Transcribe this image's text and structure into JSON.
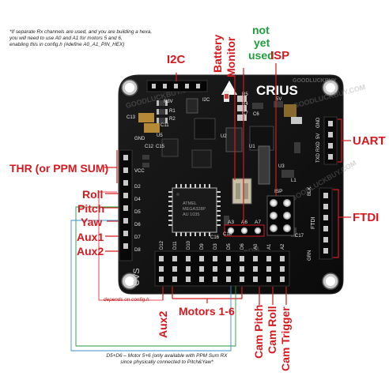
{
  "notes": {
    "top_note": [
      "*If separate Rx channels are used, and you are building a hexa,",
      "you will need to use A0 and A1 for motors 5 and 6,",
      "enabling this in config.h (#define A0_A1_PIN_HEX)"
    ],
    "depends_note": "depends on config.h",
    "bottom_note": [
      "D5+D6 – Motor 5+6 (only available with PPM Sum RX",
      "since physically connected to Pitch&Yaw*"
    ]
  },
  "labels": {
    "i2c": "I2C",
    "battery": "Battery",
    "monitor": "Monitor",
    "not": "not",
    "yet": "yet",
    "used": "used",
    "isp": "ISP",
    "uart": "UART",
    "thr": "THR (or PPM SUM)",
    "roll": "Roll",
    "pitch": "Pitch",
    "yaw": "Yaw",
    "aux1": "Aux1",
    "aux2": "Aux2",
    "ftdi": "FTDI",
    "aux2_bottom": "Aux2",
    "motors": "Motors 1-6",
    "cam_pitch": "Cam Pitch",
    "cam_roll": "Cam Roll",
    "cam_trigger": "Cam Trigger"
  },
  "board": {
    "brand": "CRIUS",
    "chip": [
      "ATMEL",
      "MEGA328P",
      "AU 1035"
    ],
    "watermark": "GOODLUCKBUY.COM",
    "logo": "GOODLUCKBUY",
    "silk_left": [
      "GND",
      "VCC",
      "D2",
      "D4",
      "D5",
      "D6",
      "D7",
      "D8"
    ],
    "silk_bottom": [
      "D12",
      "D11",
      "D10",
      "D9",
      "D3",
      "D5",
      "D6",
      "A0",
      "A1",
      "A2"
    ],
    "silk_ftdi": [
      "BLK",
      "FTDI",
      "GRN"
    ],
    "silk_uart": [
      "GND",
      "5V",
      "RXD",
      "TXD"
    ],
    "silk_misc": [
      "R3V",
      "R1",
      "R2",
      "C11",
      "C13",
      "C6",
      "U5",
      "C12",
      "C15",
      "U2",
      "U3",
      "R5",
      "R4",
      "C7",
      "5V",
      "U1",
      "ISP",
      "A3",
      "A6",
      "A7",
      "C18",
      "C17",
      "C16",
      "I2C",
      "CVS",
      "L1"
    ]
  },
  "colors": {
    "accent": "#d7191f",
    "green": "#1e9e3c",
    "board": "#121212",
    "note_red": "#c0161c"
  }
}
